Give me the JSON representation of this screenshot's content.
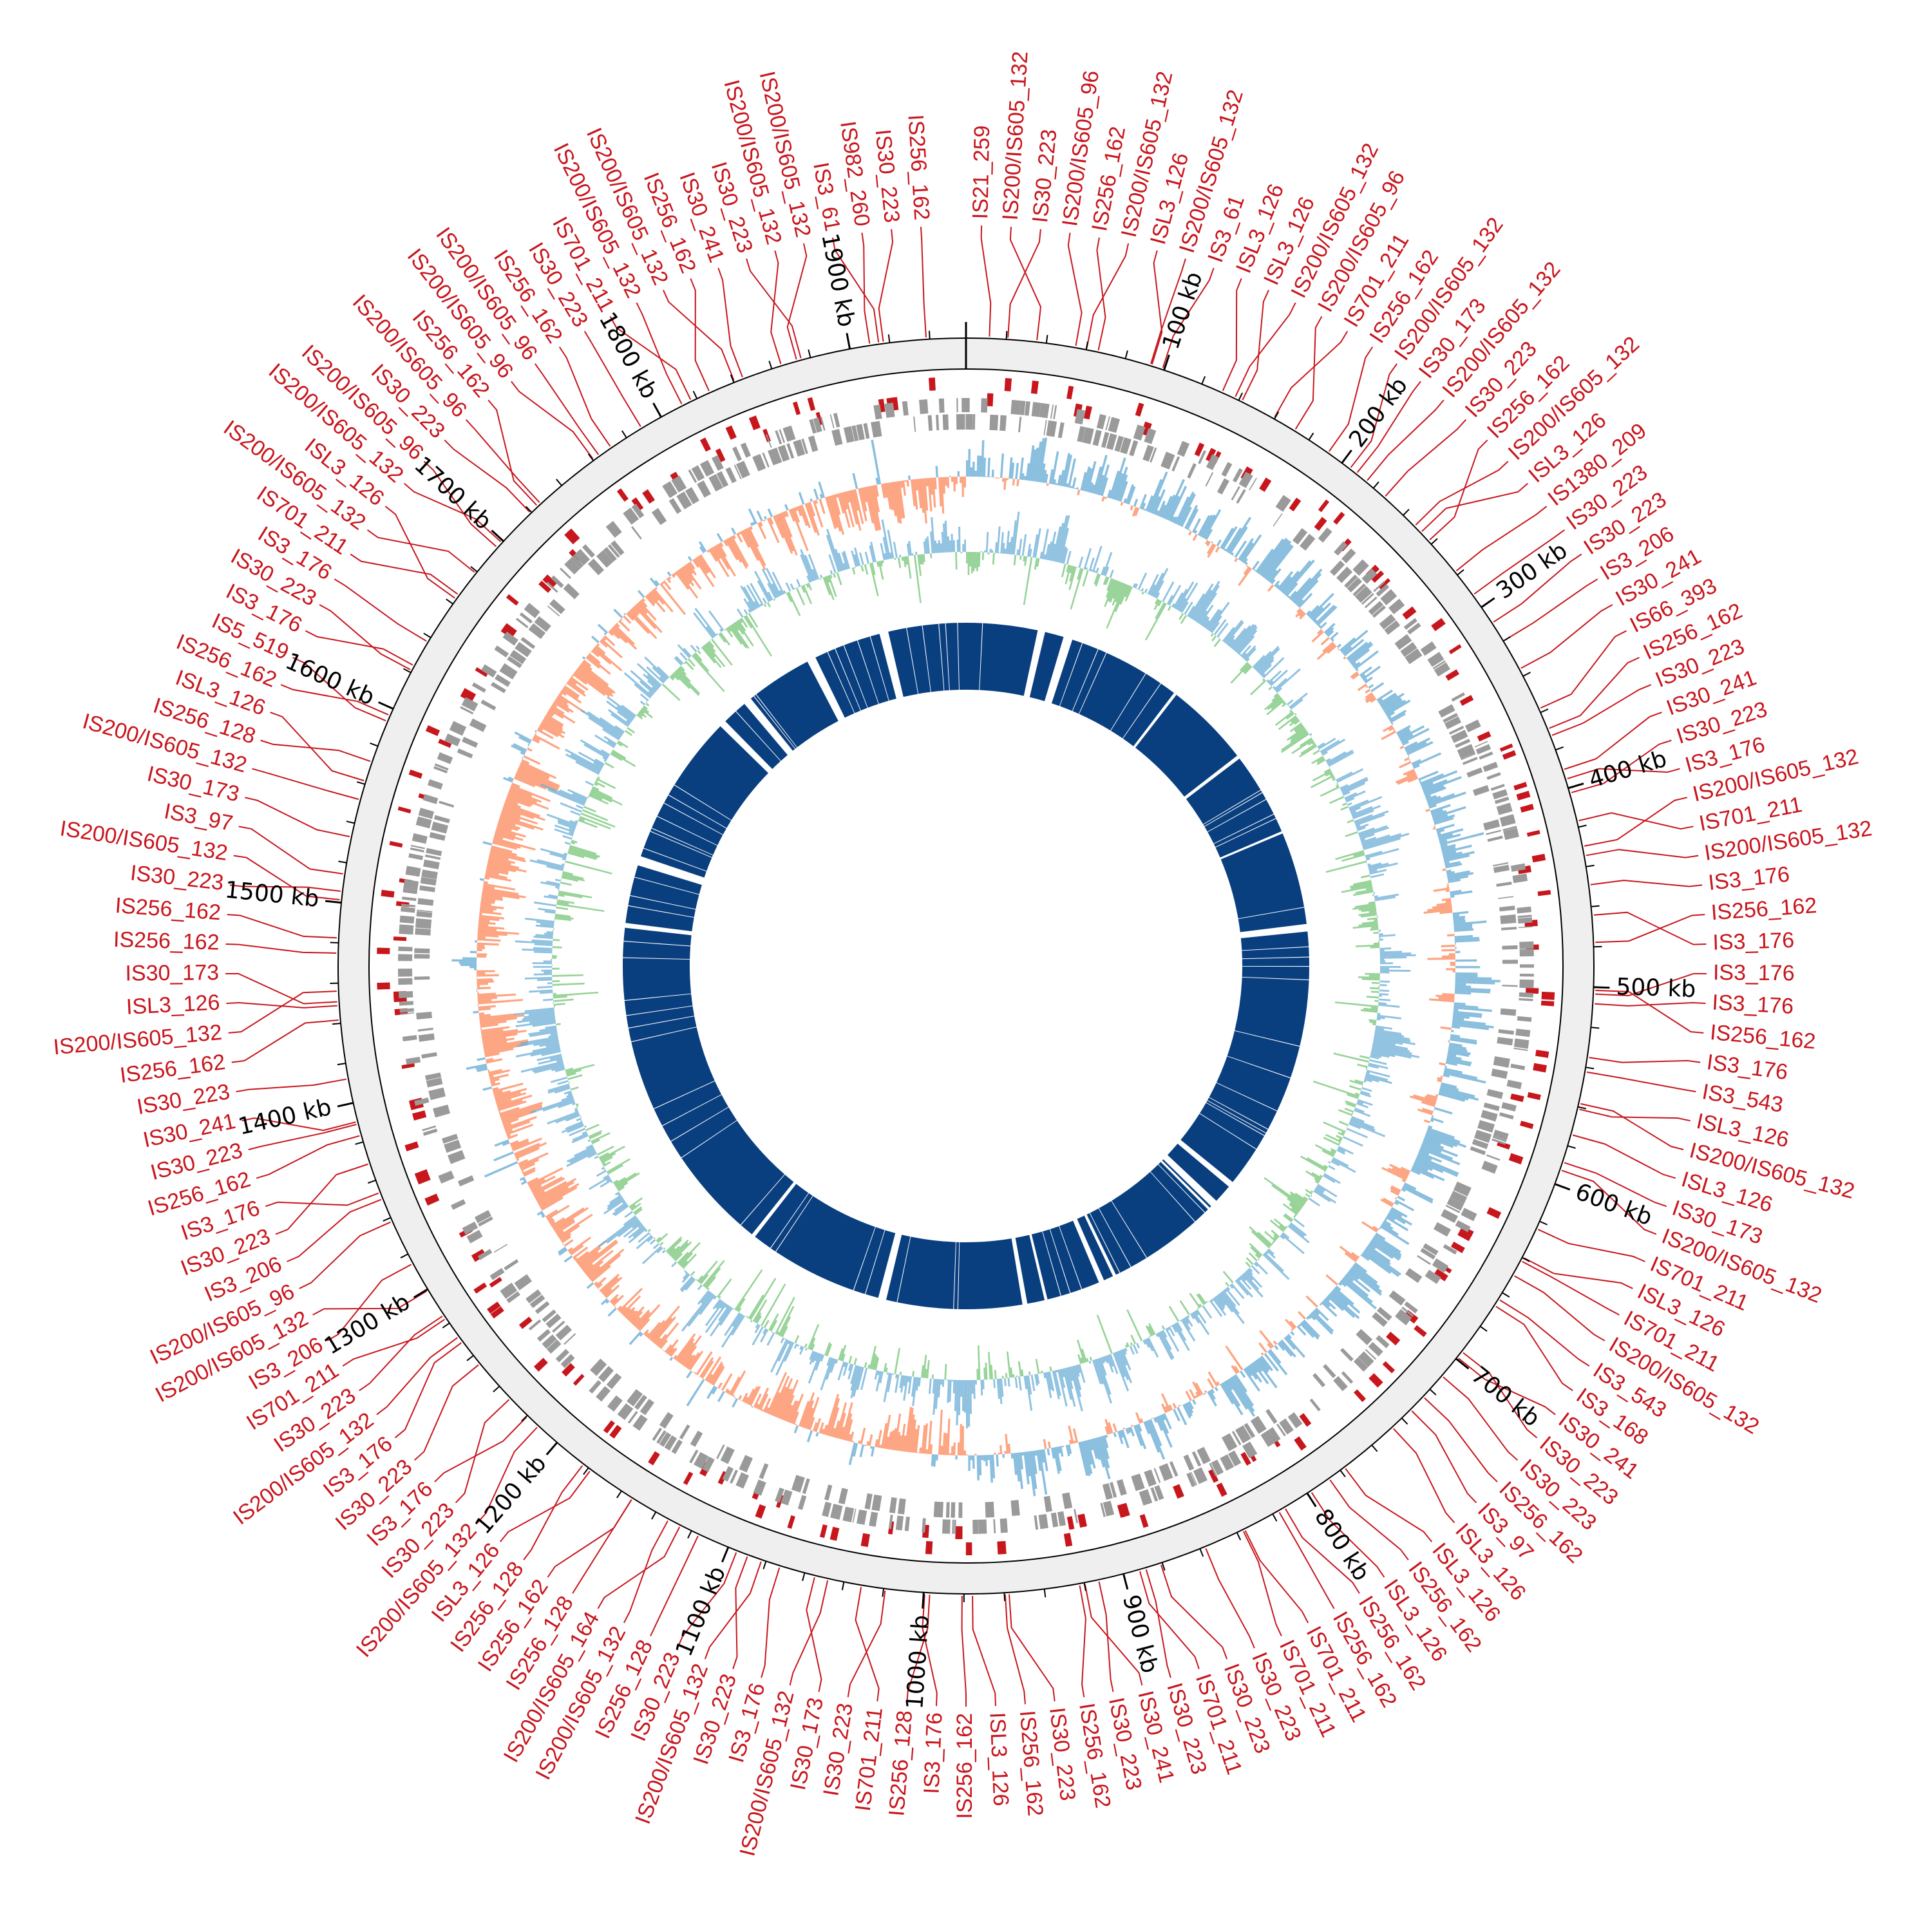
{
  "chart_data": {
    "type": "circular-genome-map",
    "axis": {
      "unit": "kb",
      "range_kb": [
        0,
        1958
      ],
      "major_tick_kb": 100,
      "minor_tick_kb": 20
    },
    "tick_labels": [
      "100 kb",
      "200 kb",
      "300 kb",
      "400 kb",
      "500 kb",
      "600 kb",
      "700 kb",
      "800 kb",
      "900 kb",
      "1000 kb",
      "1100 kb",
      "1200 kb",
      "1300 kb",
      "1400 kb",
      "1500 kb",
      "1600 kb",
      "1700 kb",
      "1800 kb",
      "1900 kb"
    ],
    "colors": {
      "is_label": "#c8161d",
      "is_mark": "#c8161d",
      "genes": "#9a9a9a",
      "ideogram": "#efefef",
      "skew_positive": "#6baed6",
      "skew_negative": "#fc8d62",
      "gc_positive": "#6baed6",
      "gc_negative": "#74c476",
      "inner_ring": "#0a3f7f"
    },
    "is_labels": [
      "IS21_259",
      "IS200/IS605_132",
      "IS30_223",
      "IS200/IS605_96",
      "IS256_162",
      "IS200/IS605_132",
      "ISL3_126",
      "IS200/IS605_132",
      "IS3_61",
      "ISL3_126",
      "ISL3_126",
      "IS200/IS605_132",
      "IS200/IS605_96",
      "IS701_211",
      "IS256_162",
      "IS200/IS605_132",
      "IS30_173",
      "IS200/IS605_132",
      "IS30_223",
      "IS256_162",
      "IS200/IS605_132",
      "ISL3_126",
      "IS1380_209",
      "IS30_223",
      "IS30_223",
      "IS3_206",
      "IS30_241",
      "IS66_393",
      "IS256_162",
      "IS30_223",
      "IS30_241",
      "IS30_223",
      "IS3_176",
      "IS200/IS605_132",
      "IS701_211",
      "IS200/IS605_132",
      "IS3_176",
      "IS256_162",
      "IS3_176",
      "IS3_176",
      "IS3_176",
      "IS256_162",
      "IS3_176",
      "IS3_543",
      "ISL3_126",
      "IS200/IS605_132",
      "ISL3_126",
      "IS30_173",
      "IS200/IS605_132",
      "IS701_211",
      "ISL3_126",
      "IS701_211",
      "IS200/IS605_132",
      "IS3_543",
      "IS3_168",
      "IS30_241",
      "IS30_223",
      "IS30_223",
      "IS256_162",
      "IS3_97",
      "ISL3_126",
      "ISL3_126",
      "IS256_162",
      "ISL3_126",
      "IS256_162",
      "IS256_162",
      "IS701_211",
      "IS701_211",
      "IS30_223",
      "IS30_223",
      "IS701_211",
      "IS30_223",
      "IS30_241",
      "IS30_223",
      "IS256_162",
      "IS30_223",
      "IS256_162",
      "ISL3_126",
      "IS256_162",
      "IS3_176",
      "IS256_128",
      "IS701_211",
      "IS30_223",
      "IS30_173",
      "IS200/IS605_132",
      "IS3_176",
      "IS30_223",
      "IS200/IS605_132",
      "IS30_223",
      "IS256_128",
      "IS200/IS605_132",
      "IS200/IS605_164",
      "IS256_128",
      "IS256_162",
      "IS256_128",
      "ISL3_126",
      "IS200/IS605_132",
      "IS30_223",
      "IS3_176",
      "IS30_223",
      "IS3_176",
      "IS200/IS605_132",
      "IS30_223",
      "IS701_211",
      "IS3_206",
      "IS200/IS605_132",
      "IS200/IS605_96",
      "IS3_206",
      "IS30_223",
      "IS3_176",
      "IS256_162",
      "IS30_223",
      "IS30_241",
      "IS30_223",
      "IS256_162",
      "IS200/IS605_132",
      "ISL3_126",
      "IS30_173",
      "IS256_162",
      "IS256_162",
      "IS30_223",
      "IS200/IS605_132",
      "IS3_97",
      "IS30_173",
      "IS200/IS605_132",
      "IS256_128",
      "ISL3_126",
      "IS256_162",
      "IS5_519",
      "IS3_176",
      "IS30_223",
      "IS3_176",
      "IS701_211",
      "IS200/IS605_132",
      "ISL3_126",
      "IS200/IS605_132",
      "IS200/IS605_96",
      "IS30_223",
      "IS200/IS605_96",
      "IS256_162",
      "IS200/IS605_96",
      "IS200/IS605_96",
      "IS256_162",
      "IS30_223",
      "IS701_211",
      "IS200/IS605_132",
      "IS200/IS605_132",
      "IS256_162",
      "IS30_241",
      "IS30_223",
      "IS200/IS605_132",
      "IS200/IS605_132",
      "IS3_61",
      "IS982_260",
      "IS30_223",
      "IS256_162"
    ]
  }
}
